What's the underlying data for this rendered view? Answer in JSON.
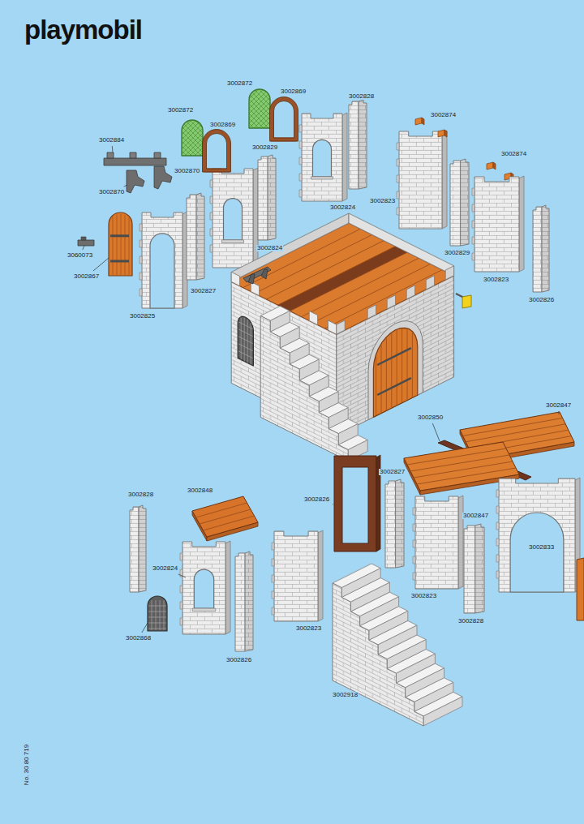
{
  "diagram": {
    "title": "playmobil",
    "labels": [
      "3002872",
      "3002869",
      "3002828",
      "3002872",
      "3002874",
      "3002869",
      "3002884",
      "3002829",
      "3002874",
      "3002870",
      "3002870",
      "3002823",
      "3002824",
      "3002824",
      "3002829",
      "3060073",
      "3002867",
      "3002823",
      "3002827",
      "3002826",
      "3002825",
      "3002847",
      "3002850",
      "3002827",
      "3002848",
      "3002828",
      "3002826",
      "3002847",
      "3002833",
      "3002824",
      "3002823",
      "3002828",
      "3002823",
      "3002868",
      "3002826",
      "3002918",
      "No. 30 80 719"
    ]
  }
}
